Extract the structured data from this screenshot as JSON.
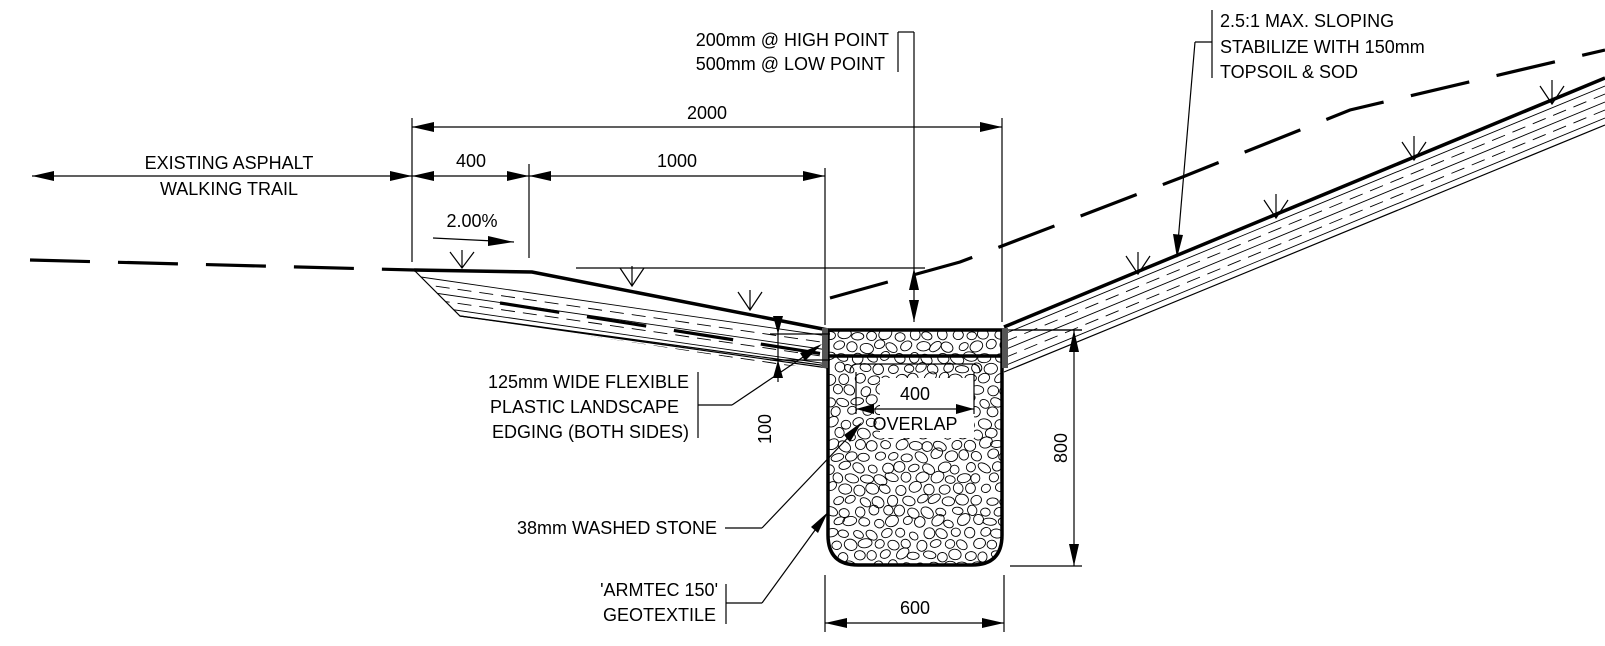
{
  "labels": {
    "existing_trail_line1": "EXISTING ASPHALT",
    "existing_trail_line2": "WALKING TRAIL",
    "dim_2000": "2000",
    "dim_400_top": "400",
    "dim_1000": "1000",
    "slope_pct": "2.00%",
    "depth_line1": "200mm @ HIGH POINT",
    "depth_line2": "500mm @ LOW POINT",
    "slope_note_line1": "2.5:1 MAX. SLOPING",
    "slope_note_line2": "STABILIZE WITH 150mm",
    "slope_note_line3": "TOPSOIL & SOD",
    "edging_line1": "125mm WIDE FLEXIBLE",
    "edging_line2": "PLASTIC LANDSCAPE",
    "edging_line3": "EDGING (BOTH SIDES)",
    "dim_100": "100",
    "overlap_value": "400",
    "overlap_label": "OVERLAP",
    "dim_800": "800",
    "stone_label": "38mm WASHED STONE",
    "geotextile_line1": "'ARMTEC 150'",
    "geotextile_line2": "GEOTEXTILE",
    "dim_600": "600"
  }
}
